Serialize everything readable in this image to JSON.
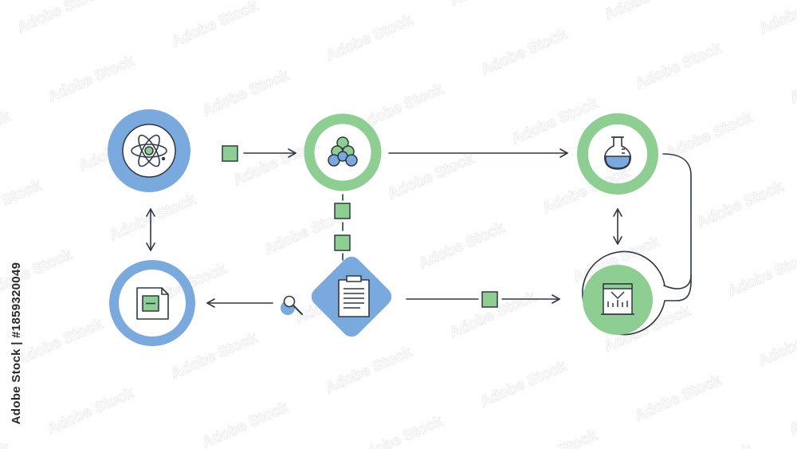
{
  "watermark": {
    "side_text": "Adobe Stock | #1859320049",
    "tile_text": "Adobe Stock"
  },
  "colors": {
    "blue": "#7aa9dd",
    "green": "#8fce92",
    "line": "#2f3846",
    "white": "#ffffff"
  },
  "nodes": [
    {
      "id": "atom",
      "icon": "atom-icon",
      "shape": "ring",
      "color": "blue"
    },
    {
      "id": "molecule",
      "icon": "molecule-icon",
      "shape": "ring",
      "color": "green"
    },
    {
      "id": "flask",
      "icon": "flask-icon",
      "shape": "ring",
      "color": "green"
    },
    {
      "id": "document",
      "icon": "document-icon",
      "shape": "ring",
      "color": "blue"
    },
    {
      "id": "clipboard",
      "icon": "clipboard-icon",
      "shape": "diamond",
      "color": "blue"
    },
    {
      "id": "analysis",
      "icon": "chart-icon",
      "shape": "badge",
      "color": "green"
    }
  ],
  "connectors": [
    {
      "from": "atom",
      "to": "molecule",
      "style": "arrow",
      "marker": "square"
    },
    {
      "from": "molecule",
      "to": "flask",
      "style": "arrow"
    },
    {
      "from": "atom",
      "to": "document",
      "style": "double-arrow"
    },
    {
      "from": "flask",
      "to": "analysis",
      "style": "double-arrow"
    },
    {
      "from": "molecule",
      "to": "clipboard",
      "style": "dashed",
      "marker": "square"
    },
    {
      "from": "clipboard",
      "to": "document",
      "style": "arrow",
      "marker": "magnifier"
    },
    {
      "from": "clipboard",
      "to": "analysis",
      "style": "arrow",
      "marker": "square"
    },
    {
      "from": "flask",
      "to": "analysis",
      "style": "loop"
    }
  ]
}
